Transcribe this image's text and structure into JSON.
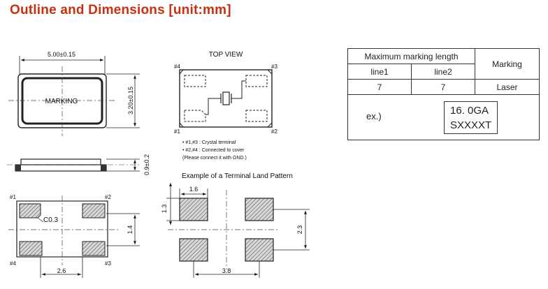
{
  "header": {
    "title": "Outline and Dimensions [unit:mm]"
  },
  "outline": {
    "length_dim": "5.00±0.15",
    "width_dim": "3.20±0.15",
    "height_dim": "0.9±0.2",
    "marking_label": "MARKING",
    "chamfer_label": "C0.3",
    "pad_pitch_x": "2.6",
    "pad_pitch_y": "1.4",
    "pins": {
      "p1": "#1",
      "p2": "#2",
      "p3": "#3",
      "p4": "#4"
    }
  },
  "top_view": {
    "title": "TOP VIEW",
    "notes": [
      "• #1,#3 : Crystal terminal",
      "• #2,#4 : Connected to cover",
      "(Please connect it with GND.)"
    ]
  },
  "land_pattern": {
    "title": "Example of a Terminal Land Pattern",
    "pad_width": "1.6",
    "pad_height": "1.3",
    "pitch_x": "3.8",
    "pitch_y": "2.3"
  },
  "marking_table": {
    "header_length": "Maximum marking length",
    "header_marking": "Marking",
    "line1_label": "line1",
    "line2_label": "line2",
    "line1_value": "7",
    "line2_value": "7",
    "marking_value": "Laser",
    "example_label": "ex.)",
    "example_line1": "16. 0GA",
    "example_line2": "SXXXXT"
  }
}
